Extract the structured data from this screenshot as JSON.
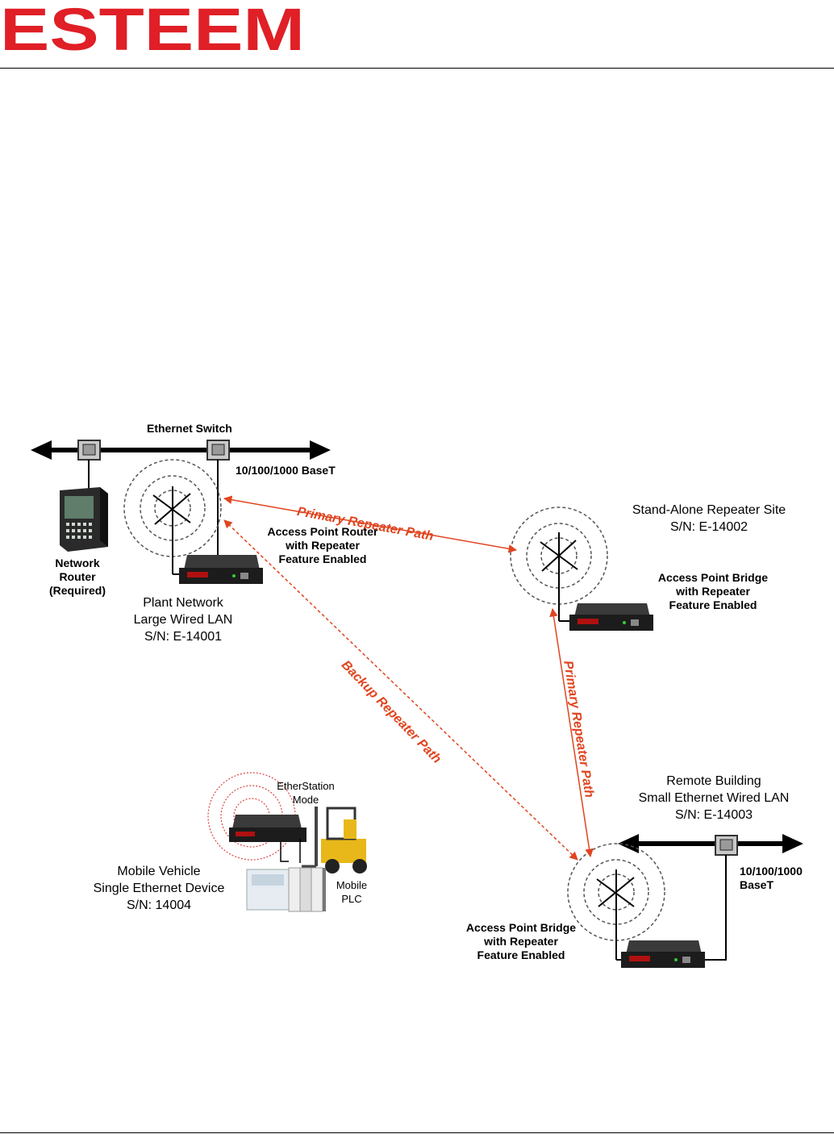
{
  "header": {
    "logo_text": "ESTEEM"
  },
  "colors": {
    "brand_red": "#e01f26",
    "path_red": "#e0451f",
    "ring_grey": "#555555"
  },
  "diagram": {
    "ethernet_switch": "Ethernet Switch",
    "basetech_top": "10/100/1000 BaseT",
    "network_router": [
      "Network",
      "Router",
      "(Required)"
    ],
    "primary_path_top": "Primary Repeater Path",
    "primary_path_right": "Primary Repeater Path",
    "backup_path": "Backup Repeater Path",
    "ap_router": [
      "Access Point Router",
      "with Repeater",
      "Feature Enabled"
    ],
    "plant": [
      "Plant Network",
      "Large Wired LAN",
      "S/N: E-14001"
    ],
    "standalone": [
      "Stand-Alone Repeater Site",
      "S/N: E-14002"
    ],
    "ap_bridge_1": [
      "Access Point Bridge",
      "with Repeater",
      "Feature Enabled"
    ],
    "remote": [
      "Remote Building",
      "Small Ethernet Wired LAN",
      "S/N: E-14003"
    ],
    "basetech_bottom": [
      "10/100/1000",
      "BaseT"
    ],
    "ap_bridge_2": [
      "Access Point Bridge",
      "with Repeater",
      "Feature Enabled"
    ],
    "etherstation": [
      "EtherStation",
      "Mode"
    ],
    "mobile_plc": [
      "Mobile",
      "PLC"
    ],
    "mobile_vehicle": [
      "Mobile Vehicle",
      "Single Ethernet Device",
      "S/N: 14004"
    ]
  }
}
